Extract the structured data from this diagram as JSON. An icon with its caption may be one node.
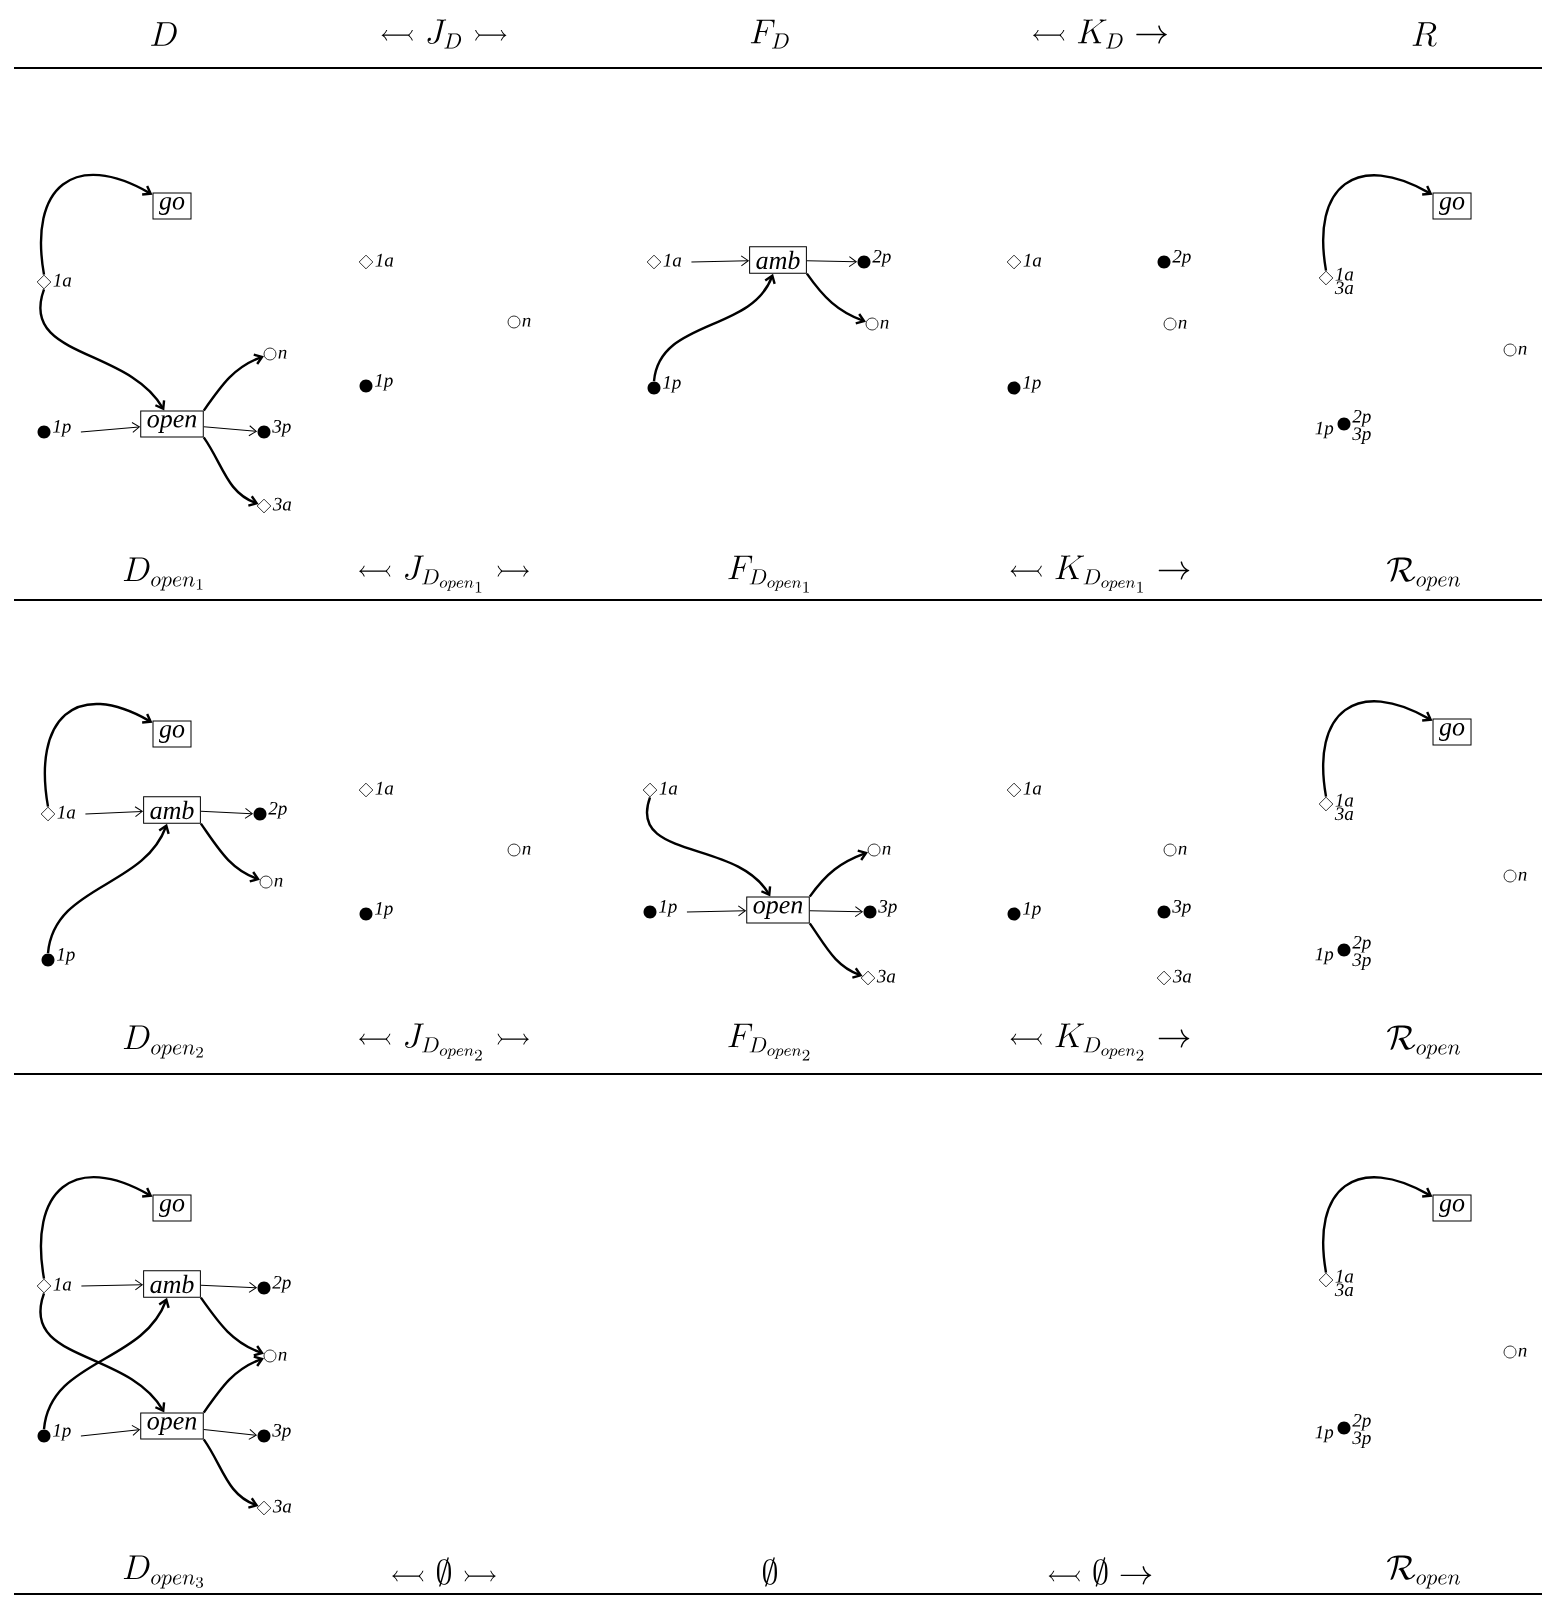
{
  "diagram": {
    "nodes": [
      {
        "text": [
          "go"
        ]
      },
      {
        "text": [],
        "shape": "diamond",
        "beside": [
          "1a"
        ]
      },
      {
        "text": [
          "open"
        ]
      },
      {
        "text": [],
        "shape": "dot",
        "beside": [
          "1p"
        ]
      },
      {
        "text": [],
        "shape": "circle",
        "beside": [
          "n"
        ]
      },
      {
        "text": [],
        "shape": "dot",
        "beside": [
          "3p"
        ]
      },
      {
        "text": [],
        "shape": "diamond",
        "beside": [
          "3a"
        ]
      },
      {
        "text": [],
        "shape": "diamond",
        "beside": [
          "1a"
        ]
      },
      {
        "text": [],
        "shape": "circle",
        "beside": [
          "n"
        ]
      },
      {
        "text": [],
        "shape": "dot",
        "beside": [
          "1p"
        ]
      },
      {
        "text": [],
        "shape": "diamond",
        "beside": [
          "1a"
        ]
      },
      {
        "text": [
          "amb"
        ]
      },
      {
        "text": [],
        "shape": "dot",
        "beside": [
          "2p"
        ]
      },
      {
        "text": [],
        "shape": "circle",
        "beside": [
          "n"
        ]
      },
      {
        "text": [],
        "shape": "dot",
        "beside": [
          "1p"
        ]
      },
      {
        "text": [],
        "shape": "diamond",
        "beside": [
          "1a"
        ]
      },
      {
        "text": [],
        "shape": "dot",
        "beside": [
          "2p"
        ]
      },
      {
        "text": [],
        "shape": "circle",
        "beside": [
          "n"
        ]
      },
      {
        "text": [],
        "shape": "dot",
        "beside": [
          "1p"
        ]
      },
      {
        "text": [
          "go"
        ]
      },
      {
        "text": [],
        "shape": "diamond",
        "beside": [
          "1a",
          "3a"
        ]
      },
      {
        "text": [],
        "shape": "circle",
        "beside": [
          "n"
        ]
      },
      {
        "text": [],
        "shape": "dot",
        "beside": [
          "1p",
          "2p",
          "3p"
        ]
      },
      {
        "text": [
          "go"
        ]
      },
      {
        "text": [],
        "shape": "diamond",
        "beside": [
          "1a"
        ]
      },
      {
        "text": [
          "amb"
        ]
      },
      {
        "text": [],
        "shape": "dot",
        "beside": [
          "2p"
        ]
      },
      {
        "text": [],
        "shape": "circle",
        "beside": [
          "n"
        ]
      },
      {
        "text": [],
        "shape": "dot",
        "beside": [
          "1p"
        ]
      },
      {
        "text": [],
        "shape": "diamond",
        "beside": [
          "1a"
        ]
      },
      {
        "text": [],
        "shape": "circle",
        "beside": [
          "n"
        ]
      },
      {
        "text": [],
        "shape": "dot",
        "beside": [
          "1p"
        ]
      },
      {
        "text": [],
        "shape": "diamond",
        "beside": [
          "1a"
        ]
      },
      {
        "text": [],
        "shape": "circle",
        "beside": [
          "n"
        ]
      },
      {
        "text": [],
        "shape": "dot",
        "beside": [
          "1p"
        ]
      },
      {
        "text": [
          "open"
        ]
      },
      {
        "text": [],
        "shape": "dot",
        "beside": [
          "3p"
        ]
      },
      {
        "text": [],
        "shape": "diamond",
        "beside": [
          "3a"
        ]
      },
      {
        "text": [],
        "shape": "diamond",
        "beside": [
          "1a"
        ]
      },
      {
        "text": [],
        "shape": "circle",
        "beside": [
          "n"
        ]
      },
      {
        "text": [],
        "shape": "dot",
        "beside": [
          "1p"
        ]
      },
      {
        "text": [],
        "shape": "dot",
        "beside": [
          "3p"
        ]
      },
      {
        "text": [],
        "shape": "diamond",
        "beside": [
          "3a"
        ]
      },
      {
        "text": [
          "go"
        ]
      },
      {
        "text": [],
        "shape": "diamond",
        "beside": [
          "1a",
          "3a"
        ]
      },
      {
        "text": [],
        "shape": "circle",
        "beside": [
          "n"
        ]
      },
      {
        "text": [],
        "shape": "dot",
        "beside": [
          "1p",
          "2p",
          "3p"
        ]
      },
      {
        "text": [
          "go"
        ]
      },
      {
        "text": [],
        "shape": "diamond",
        "beside": [
          "1a"
        ]
      },
      {
        "text": [
          "amb"
        ]
      },
      {
        "text": [],
        "shape": "dot",
        "beside": [
          "2p"
        ]
      },
      {
        "text": [],
        "shape": "circle",
        "beside": [
          "n"
        ]
      },
      {
        "text": [],
        "shape": "dot",
        "beside": [
          "1p"
        ]
      },
      {
        "text": [
          "open"
        ]
      },
      {
        "text": [],
        "shape": "dot",
        "beside": [
          "3p"
        ]
      },
      {
        "text": [],
        "shape": "diamond",
        "beside": [
          "3a"
        ]
      },
      {
        "text": [
          "go"
        ]
      },
      {
        "text": [],
        "shape": "diamond",
        "beside": [
          "1a",
          "3a"
        ]
      },
      {
        "text": [],
        "shape": "circle",
        "beside": [
          "n"
        ]
      },
      {
        "text": [],
        "shape": "dot",
        "beside": [
          "1p",
          "2p",
          "3p"
        ]
      }
    ],
    "edges": [
      {
        "from": 1,
        "to": 0,
        "arrow": "to"
      },
      {
        "from": 1,
        "to": 2,
        "arrow": "to"
      },
      {
        "from": 3,
        "to": 2,
        "arrow": "to"
      },
      {
        "from": 2,
        "to": 4,
        "arrow": "to"
      },
      {
        "from": 2,
        "to": 5,
        "arrow": "to"
      },
      {
        "from": 2,
        "to": 6,
        "arrow": "to"
      },
      {
        "from": 10,
        "to": 11,
        "arrow": "to"
      },
      {
        "from": 14,
        "to": 11,
        "arrow": "to"
      },
      {
        "from": 11,
        "to": 12,
        "arrow": "to"
      },
      {
        "from": 11,
        "to": 13,
        "arrow": "to"
      },
      {
        "from": 20,
        "to": 19,
        "arrow": "to"
      },
      {
        "from": 24,
        "to": 23,
        "arrow": "to"
      },
      {
        "from": 24,
        "to": 25,
        "arrow": "to"
      },
      {
        "from": 28,
        "to": 25,
        "arrow": "to"
      },
      {
        "from": 25,
        "to": 26,
        "arrow": "to"
      },
      {
        "from": 25,
        "to": 27,
        "arrow": "to"
      },
      {
        "from": 32,
        "to": 35,
        "arrow": "to"
      },
      {
        "from": 34,
        "to": 35,
        "arrow": "to"
      },
      {
        "from": 35,
        "to": 33,
        "arrow": "to"
      },
      {
        "from": 35,
        "to": 36,
        "arrow": "to"
      },
      {
        "from": 35,
        "to": 37,
        "arrow": "to"
      },
      {
        "from": 44,
        "to": 43,
        "arrow": "to"
      },
      {
        "from": 48,
        "to": 47,
        "arrow": "to"
      },
      {
        "from": 48,
        "to": 49,
        "arrow": "to"
      },
      {
        "from": 48,
        "to": 53,
        "arrow": "to"
      },
      {
        "from": 52,
        "to": 49,
        "arrow": "to"
      },
      {
        "from": 52,
        "to": 53,
        "arrow": "to"
      },
      {
        "from": 49,
        "to": 50,
        "arrow": "to"
      },
      {
        "from": 49,
        "to": 51,
        "arrow": "to"
      },
      {
        "from": 53,
        "to": 51,
        "arrow": "to"
      },
      {
        "from": 53,
        "to": 54,
        "arrow": "to"
      },
      {
        "from": 53,
        "to": 55,
        "arrow": "to"
      },
      {
        "from": 57,
        "to": 56,
        "arrow": "to"
      }
    ],
    "labels": [
      "D",
      "\\leftarrowtail J_D \\rightarrowtail",
      "F_D",
      "\\leftarrowtail K_D \\rightarrow",
      "R",
      "D_{open_1}",
      "\\leftarrowtail J_{D_{open_1}} \\rightarrowtail",
      "F_{D_{open_1}}",
      "\\leftarrowtail K_{D_{open_1}} \\rightarrow",
      "\\mathcal{R}_{open}",
      "D_{open_2}",
      "\\leftarrowtail J_{D_{open_2}} \\rightarrowtail",
      "F_{D_{open_2}}",
      "\\leftarrowtail K_{D_{open_2}} \\rightarrow",
      "\\mathcal{R}_{open}",
      "D_{open_3}",
      "\\leftarrowtail \\emptyset \\rightarrowtail",
      "\\emptyset",
      "\\leftarrowtail \\emptyset \\rightarrow",
      "\\mathcal{R}_{open}"
    ]
  }
}
